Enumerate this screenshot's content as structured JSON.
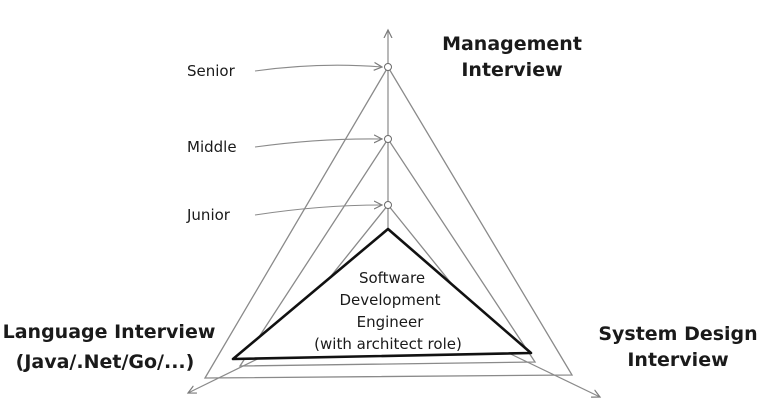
{
  "diagram": {
    "axes": {
      "top": {
        "line1": "Management",
        "line2": "Interview"
      },
      "left": {
        "line1": "Language Interview",
        "line2": "(Java/.Net/Go/...)"
      },
      "right": {
        "line1": "System Design",
        "line2": "Interview"
      }
    },
    "levels": [
      "Senior",
      "Middle",
      "Junior"
    ],
    "center": {
      "lines": [
        "Software",
        "Development",
        "Engineer",
        "(with architect role)"
      ]
    },
    "colors": {
      "ink": "#1a1a1a",
      "guide": "#8a8a8a"
    }
  }
}
